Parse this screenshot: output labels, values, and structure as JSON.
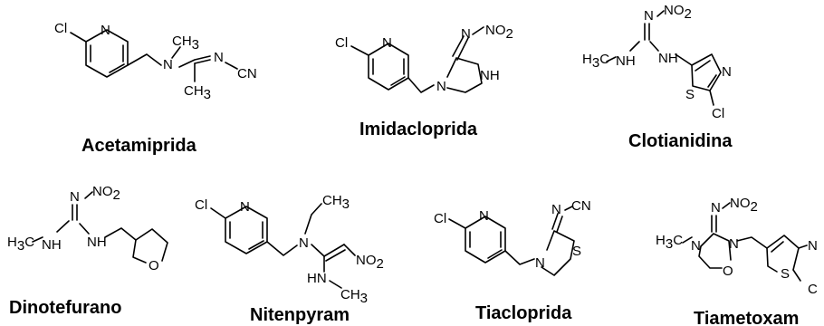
{
  "compounds": [
    {
      "name": "Acetamiprida",
      "atoms": [
        "Cl",
        "N",
        "N",
        "CH3",
        "N",
        "CN",
        "CH3"
      ]
    },
    {
      "name": "Imidacloprida",
      "atoms": [
        "Cl",
        "N",
        "N",
        "NO2",
        "N",
        "NH"
      ]
    },
    {
      "name": "Clotianidina",
      "atoms": [
        "H3C",
        "NH",
        "NH",
        "N",
        "NO2",
        "N",
        "S",
        "Cl"
      ]
    },
    {
      "name": "Dinotefurano",
      "atoms": [
        "H3C",
        "NH",
        "NH",
        "N",
        "NO2",
        "O"
      ]
    },
    {
      "name": "Nitenpyram",
      "atoms": [
        "Cl",
        "N",
        "N",
        "CH3",
        "NO2",
        "HN",
        "CH3"
      ]
    },
    {
      "name": "Tiacloprida",
      "atoms": [
        "Cl",
        "N",
        "N",
        "N",
        "CN",
        "S"
      ]
    },
    {
      "name": "Tiametoxam",
      "atoms": [
        "H3C",
        "N",
        "N",
        "N",
        "NO2",
        "O",
        "S",
        "N",
        "C"
      ]
    }
  ]
}
